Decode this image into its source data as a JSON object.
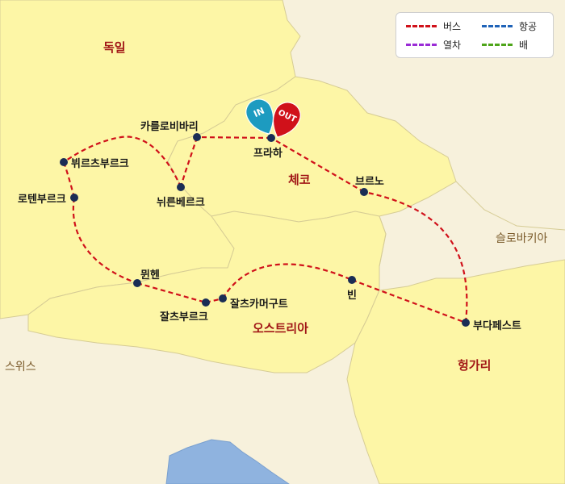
{
  "legend": {
    "items": [
      {
        "label": "버스",
        "color": "#d0111a"
      },
      {
        "label": "항공",
        "color": "#1f63b8"
      },
      {
        "label": "열차",
        "color": "#9a2bd6"
      },
      {
        "label": "배",
        "color": "#4ea51a"
      }
    ]
  },
  "countries": {
    "germany": "독일",
    "czech": "체코",
    "austria": "오스트리아",
    "hungary": "헝가리",
    "slovakia": "슬로바키아",
    "switzerland": "스위스"
  },
  "cities": [
    {
      "id": "karlovy-vary",
      "name": "카를로비바리"
    },
    {
      "id": "prague",
      "name": "프라하"
    },
    {
      "id": "wurzburg",
      "name": "뷔르츠부르크"
    },
    {
      "id": "rothenburg",
      "name": "로텐부르크"
    },
    {
      "id": "nuremberg",
      "name": "뉘른베르크"
    },
    {
      "id": "brno",
      "name": "브르노"
    },
    {
      "id": "munich",
      "name": "뮌헨"
    },
    {
      "id": "salzburg",
      "name": "잘츠부르크"
    },
    {
      "id": "salzkammergut",
      "name": "잘츠카머구트"
    },
    {
      "id": "vienna",
      "name": "빈"
    },
    {
      "id": "budapest",
      "name": "부다페스트"
    }
  ],
  "markers": {
    "in_label": "IN",
    "out_label": "OUT",
    "in_color": "#1d9bc0",
    "out_color": "#d0111a"
  },
  "route_color": "#d0111a"
}
